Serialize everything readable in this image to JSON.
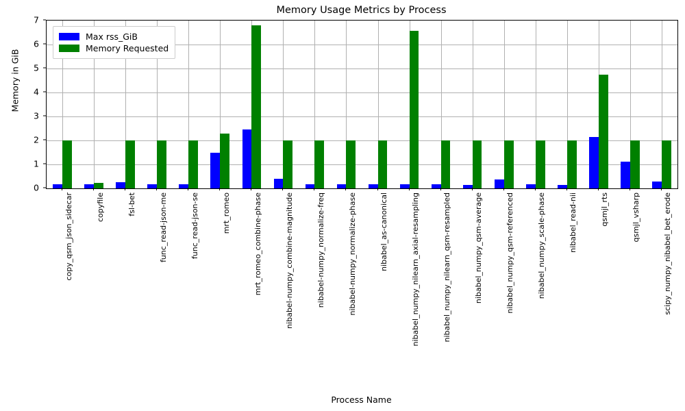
{
  "chart_data": {
    "type": "bar",
    "title": "Memory Usage Metrics by Process",
    "xlabel": "Process Name",
    "ylabel": "Memory in GiB",
    "ylim": [
      0,
      7
    ],
    "yticks": [
      0,
      1,
      2,
      3,
      4,
      5,
      6,
      7
    ],
    "ytick_labels": [
      "0",
      "1",
      "2",
      "3",
      "4",
      "5",
      "6",
      "7"
    ],
    "grid": true,
    "legend_position": "upper left",
    "xtick_rotation": 90,
    "categories": [
      "copy_qsm_json_sidecar",
      "copyfile",
      "fsl-bet",
      "func_read-json-me",
      "func_read-json-se",
      "mrt_romeo",
      "mrt_romeo_combine-phase",
      "nibabel-numpy_combine-magnitude",
      "nibabel-numpy_normalize-freq",
      "nibabel-numpy_normalize-phase",
      "nibabel_as-canonical",
      "nibabel_numpy_nilearn_axial-resampling",
      "nibabel_numpy_nilearn_qsm-resampled",
      "nibabel_numpy_qsm-average",
      "nibabel_numpy_qsm-referenced",
      "nibabel_numpy_scale-phase",
      "nibabel_read-nii",
      "qsmjl_rts",
      "qsmjl_vsharp",
      "scipy_numpy_nibabel_bet_erode"
    ],
    "series": [
      {
        "name": "Max rss_GiB",
        "color": "#0000ff",
        "values": [
          0.16,
          0.16,
          0.25,
          0.16,
          0.16,
          1.49,
          2.45,
          0.4,
          0.16,
          0.16,
          0.16,
          0.16,
          0.16,
          0.15,
          0.36,
          0.16,
          0.15,
          2.14,
          1.12,
          0.28
        ]
      },
      {
        "name": "Memory Requested",
        "color": "#008000",
        "values": [
          2.0,
          0.22,
          2.0,
          2.0,
          2.0,
          2.28,
          6.79,
          2.0,
          2.0,
          2.0,
          2.0,
          6.57,
          2.0,
          2.0,
          2.0,
          2.0,
          2.0,
          4.74,
          2.0,
          2.0
        ]
      }
    ]
  }
}
